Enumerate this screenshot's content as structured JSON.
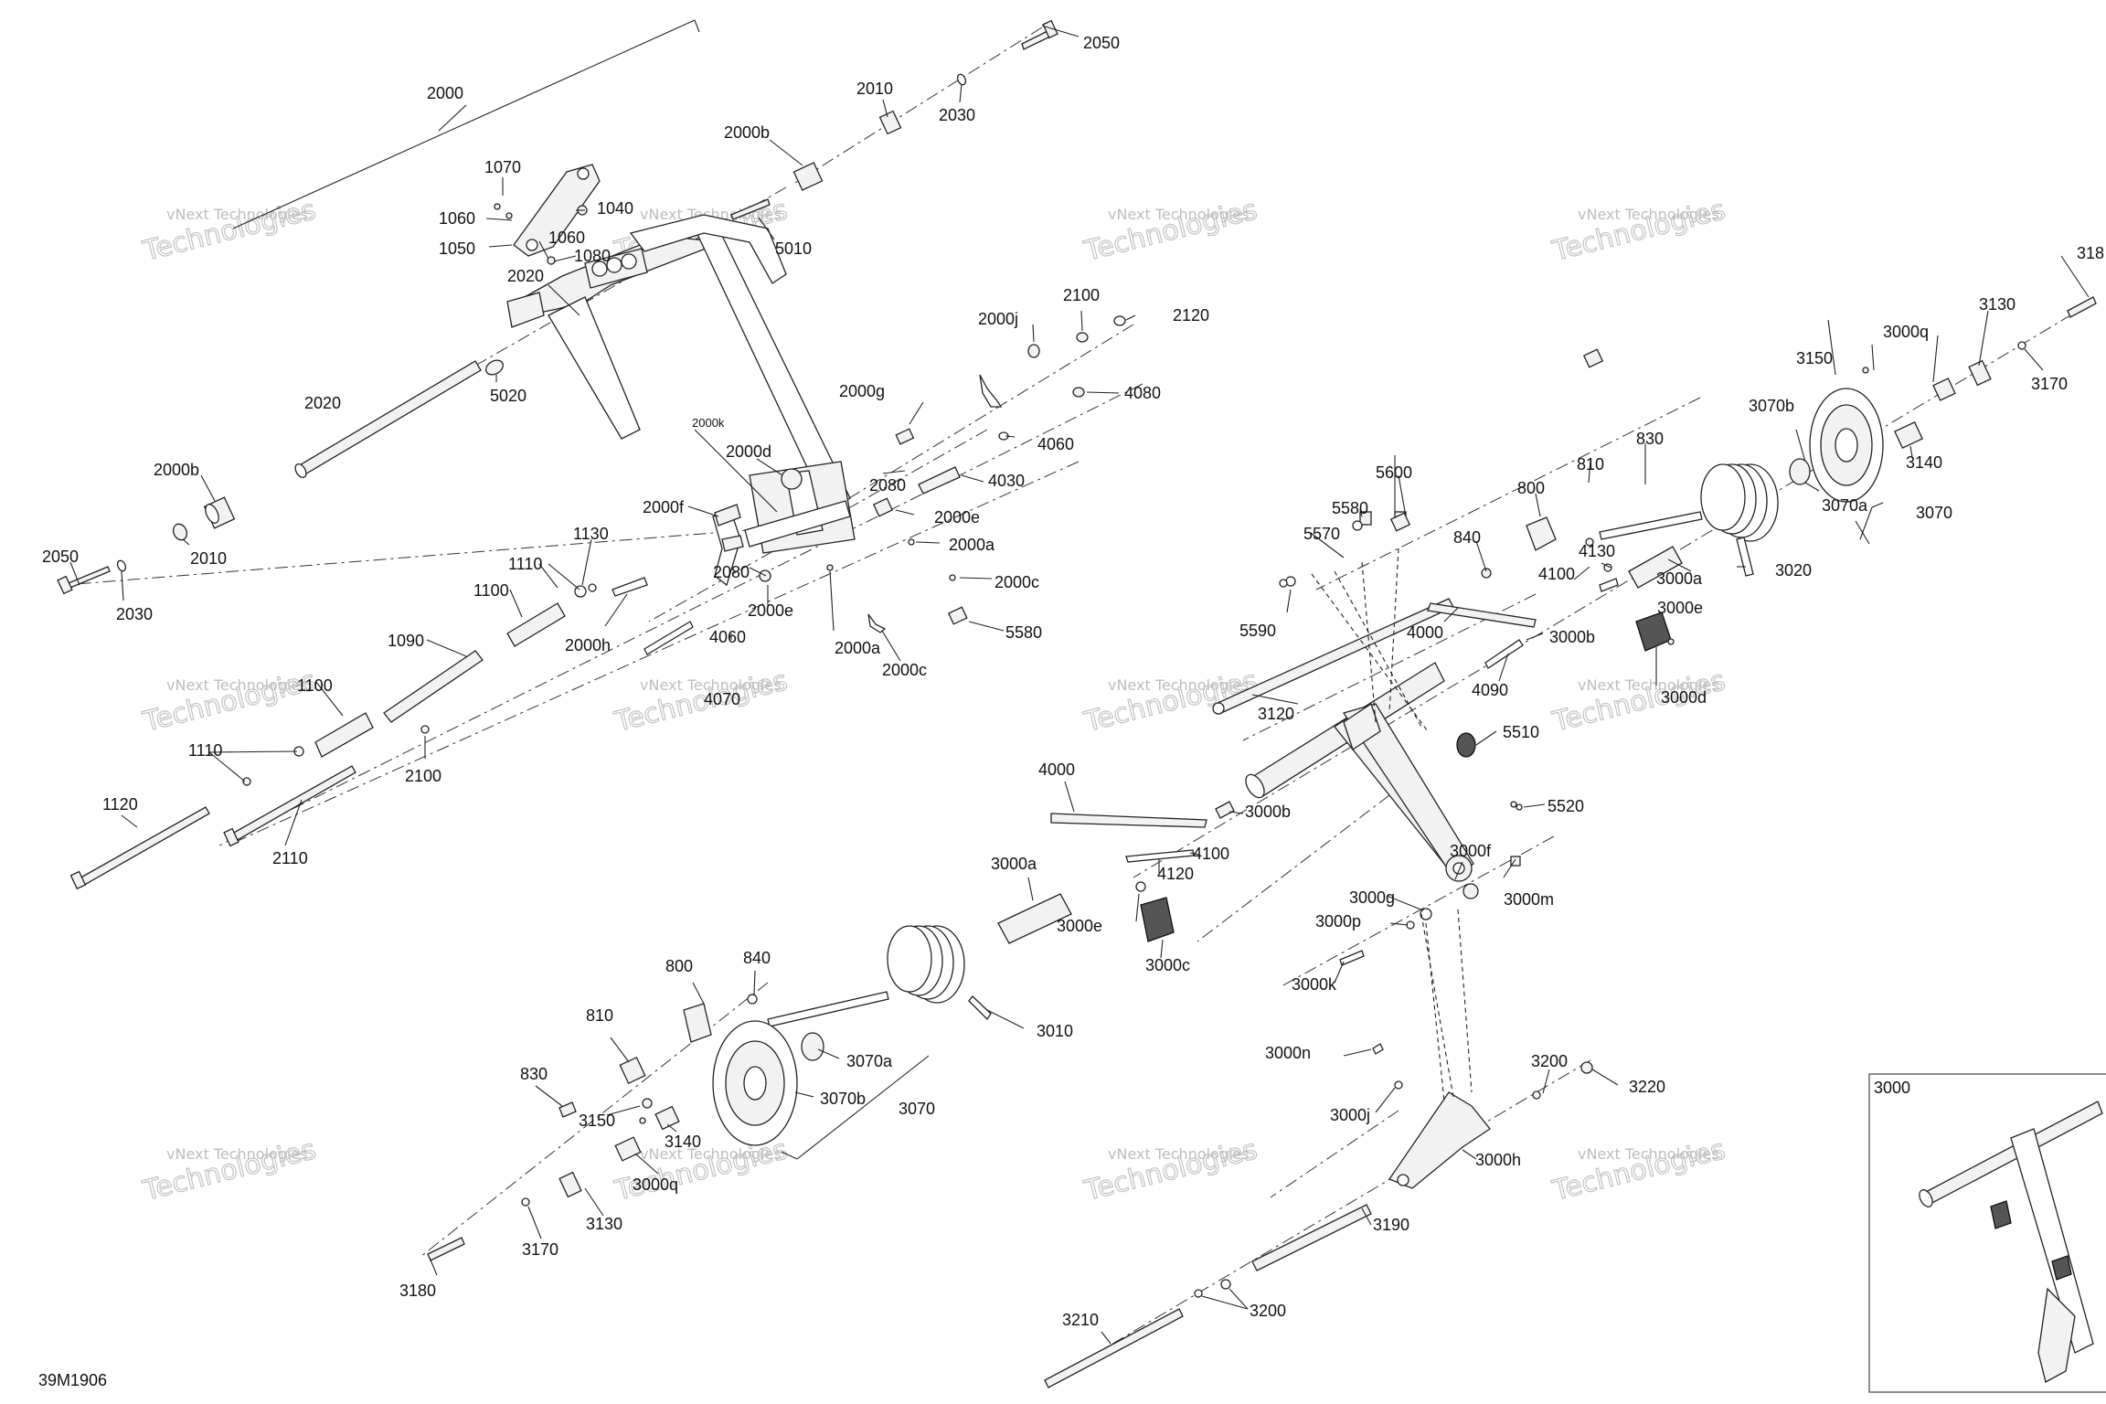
{
  "diagram": {
    "document_code": "39M1906",
    "watermark": {
      "line1": "vNext Technologies",
      "line2": "Technologies"
    },
    "inset_label": "3000",
    "labels": {
      "l2000": "2000",
      "l2010a": "2010",
      "l2030a": "2030",
      "l2050a": "2050",
      "l2000b_top": "2000b",
      "l1070": "1070",
      "l1040": "1040",
      "l1060a": "1060",
      "l1050": "1050",
      "l1060b": "1060",
      "l1080": "1080",
      "l5010": "5010",
      "l2020a": "2020",
      "l2020b": "2020",
      "l5020": "5020",
      "l2000j": "2000j",
      "l2100a": "2100",
      "l2120": "2120",
      "l2000g": "2000g",
      "l4080": "4080",
      "l2000k": "2000k",
      "l2000d": "2000d",
      "l4060a": "4060",
      "l2080a": "2080",
      "l4030": "4030",
      "l2000b_left": "2000b",
      "l2000e_a": "2000e",
      "l2000f": "2000f",
      "l2000a_a": "2000a",
      "l2010b": "2010",
      "l2050b": "2050",
      "l2030b": "2030",
      "l1130": "1130",
      "l1110a": "1110",
      "l1100a": "1100",
      "l2080b": "2080",
      "l2000e_b": "2000e",
      "l2000c_a": "2000c",
      "l2000h": "2000h",
      "l4060b": "4060",
      "l2000a_b": "2000a",
      "l5580a": "5580",
      "l2000c_b": "2000c",
      "l1090": "1090",
      "l4070": "4070",
      "l1100b": "1100",
      "l1110b": "1110",
      "l2100b": "2100",
      "l1120": "1120",
      "l2110": "2110",
      "l5600": "5600",
      "l5580b": "5580",
      "l5570": "5570",
      "l800a": "800",
      "l810a": "810",
      "l830a": "830",
      "l840a": "840",
      "l4130": "4130",
      "l4100a": "4100",
      "l3000a_a": "3000a",
      "l3020": "3020",
      "l3000e_a": "3000e",
      "l5590": "5590",
      "l4000a": "4000",
      "l3000b_a": "3000b",
      "l3000d": "3000d",
      "l4090": "4090",
      "l3120": "3120",
      "l5510": "5510",
      "l5520": "5520",
      "l3150a": "3150",
      "l3000q_a": "3000q",
      "l3130a": "3130",
      "l3170a": "3170",
      "l3180a": "318",
      "l3070b_a": "3070b",
      "l3140a": "3140",
      "l3070a_a": "3070a",
      "l3070_a": "3070",
      "l4000b": "4000",
      "l3000b_b": "3000b",
      "l4100b": "4100",
      "l4120": "4120",
      "l3000a_b": "3000a",
      "l3000e_b": "3000e",
      "l3000c": "3000c",
      "l3000f": "3000f",
      "l3000g": "3000g",
      "l3000m": "3000m",
      "l3000p": "3000p",
      "l3000k": "3000k",
      "l800b": "800",
      "l840b": "840",
      "l3010": "3010",
      "l810b": "810",
      "l3070a_b": "3070a",
      "l830b": "830",
      "l3070b_b": "3070b",
      "l3070_b": "3070",
      "l3150b": "3150",
      "l3140b": "3140",
      "l3000q_b": "3000q",
      "l3130b": "3130",
      "l3170b": "3170",
      "l3180b": "3180",
      "l3000n": "3000n",
      "l3000j": "3000j",
      "l3200a": "3200",
      "l3220": "3220",
      "l3000h": "3000h",
      "l3190": "3190",
      "l3210": "3210",
      "l3200b": "3200"
    }
  }
}
